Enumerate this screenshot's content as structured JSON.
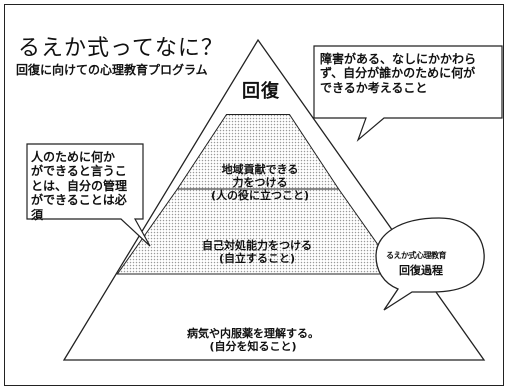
{
  "title": "るえか式ってなに？",
  "subtitle": "回復に向けての心理教育プログラム",
  "pyramid": {
    "apex_label": "回復",
    "levels": [
      {
        "text": "地域貢献できる\n力をつける\n(人の役に立つこと)"
      },
      {
        "text": "自己対処能力をつける\n(自立すること)"
      },
      {
        "text": "病気や内服薬を理解する。\n(自分を知ること)"
      }
    ]
  },
  "notes": {
    "right": "障害がある、なしにかかわら\nず、自分が誰かのために何が\nできるか考えること",
    "left": "人のために何か\nができると言うこ\nとは、自分の管理\nができることは必\n須"
  },
  "sticker": {
    "title": "るえか式心理教育",
    "subtitle": "回復過程"
  },
  "colors": {
    "dots": "#9a9a9a",
    "ink": "#111111",
    "background": "#ffffff"
  }
}
